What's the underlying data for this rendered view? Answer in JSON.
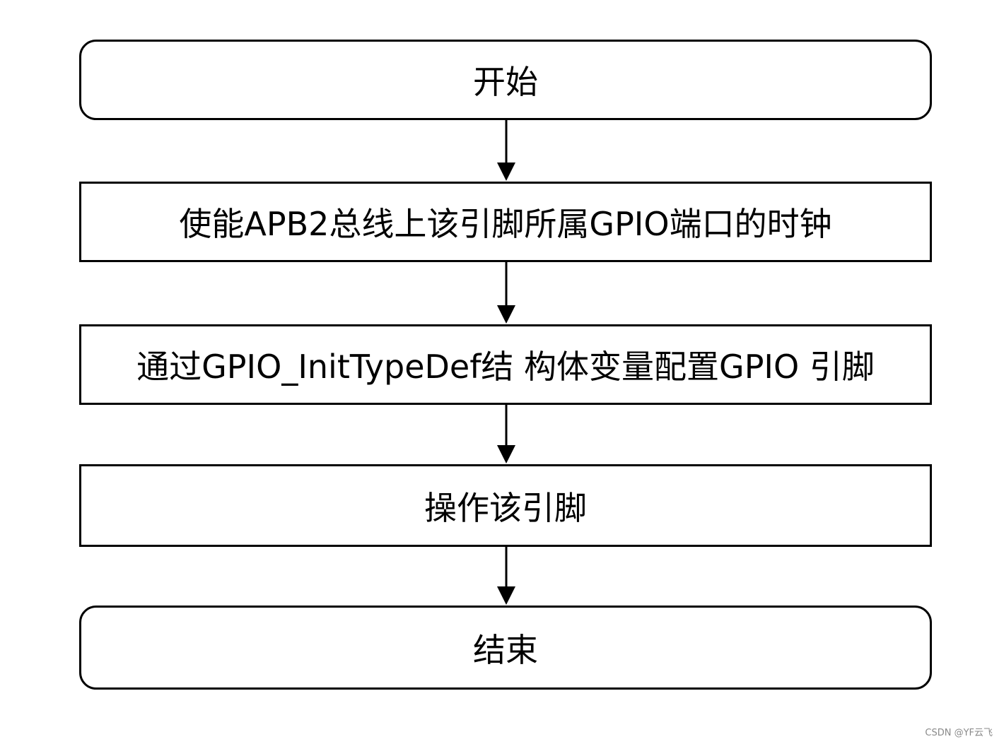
{
  "flowchart": {
    "steps": [
      {
        "id": "start",
        "shape": "terminal",
        "text": "开始"
      },
      {
        "id": "enable-clock",
        "shape": "process",
        "text": "使能APB2总线上该引脚所属GPIO端口的时钟"
      },
      {
        "id": "config-pin",
        "shape": "process",
        "text": "通过GPIO_InitTypeDef结 构体变量配置GPIO 引脚"
      },
      {
        "id": "operate-pin",
        "shape": "process",
        "text": "操作该引脚"
      },
      {
        "id": "end",
        "shape": "terminal",
        "text": "结束"
      }
    ]
  },
  "watermark": "CSDN @YF云飞",
  "colors": {
    "stroke": "#000000",
    "background": "#ffffff",
    "watermark": "#8a8a8a"
  }
}
